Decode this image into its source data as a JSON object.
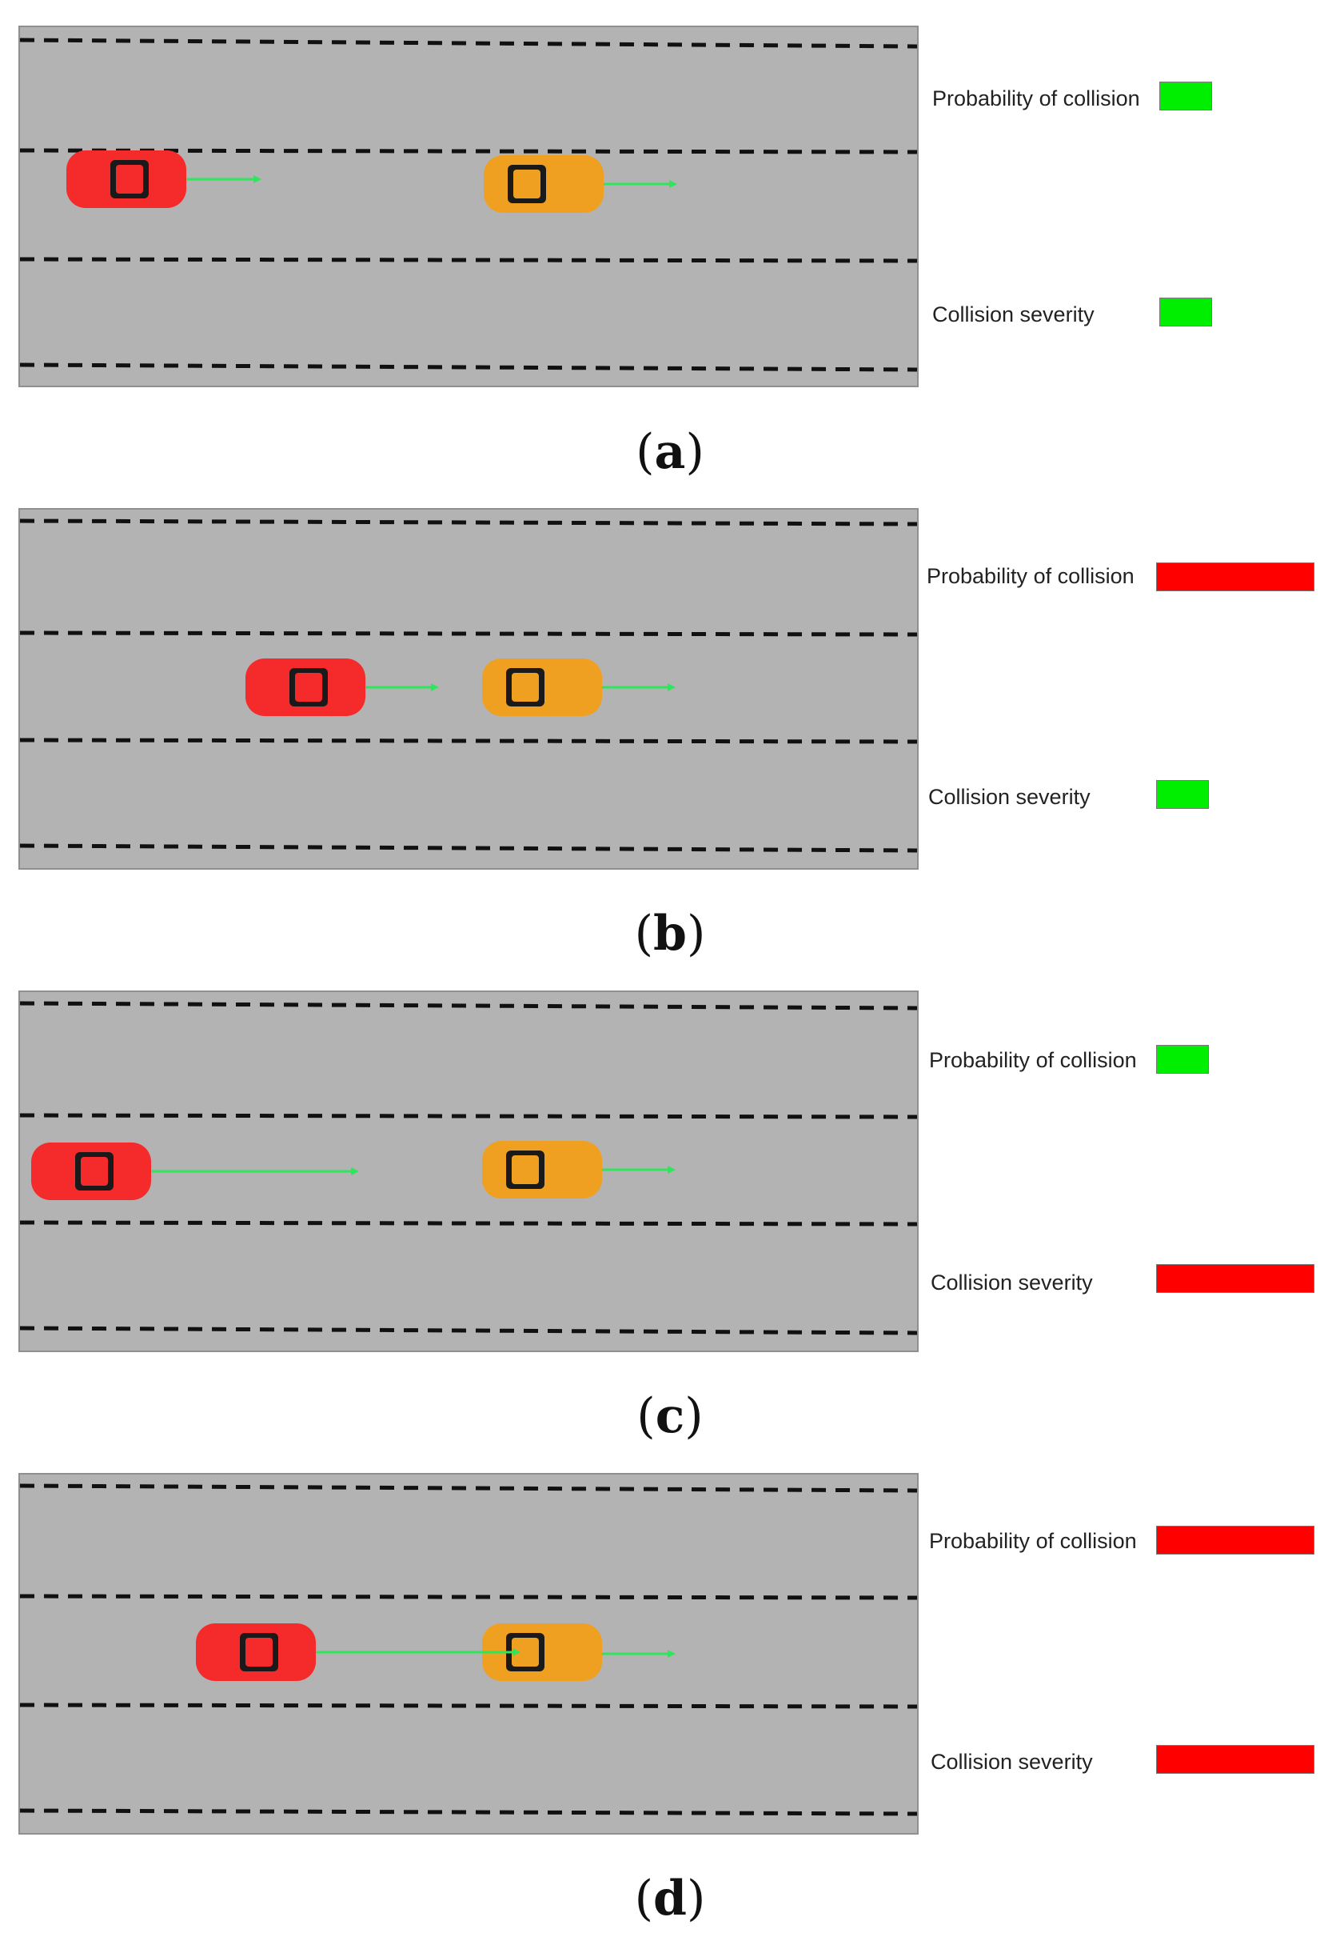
{
  "colors": {
    "road": "#b3b3b3",
    "lane_mark": "#111111",
    "ego_car": "#f52a2a",
    "lead_car": "#f0a020",
    "vector": "#2ee65a",
    "indicator_low": "#00ee00",
    "indicator_high": "#ff0000"
  },
  "labels": {
    "probability": "Probability of collision",
    "severity": "Collision severity"
  },
  "panels": [
    {
      "open": "(",
      "letter": "a",
      "close": ")",
      "probability": "low",
      "severity": "low"
    },
    {
      "open": "(",
      "letter": "b",
      "close": ")",
      "probability": "high",
      "severity": "low"
    },
    {
      "open": "(",
      "letter": "c",
      "close": ")",
      "probability": "low",
      "severity": "high"
    },
    {
      "open": "(",
      "letter": "d",
      "close": ")",
      "probability": "high",
      "severity": "high"
    }
  ]
}
